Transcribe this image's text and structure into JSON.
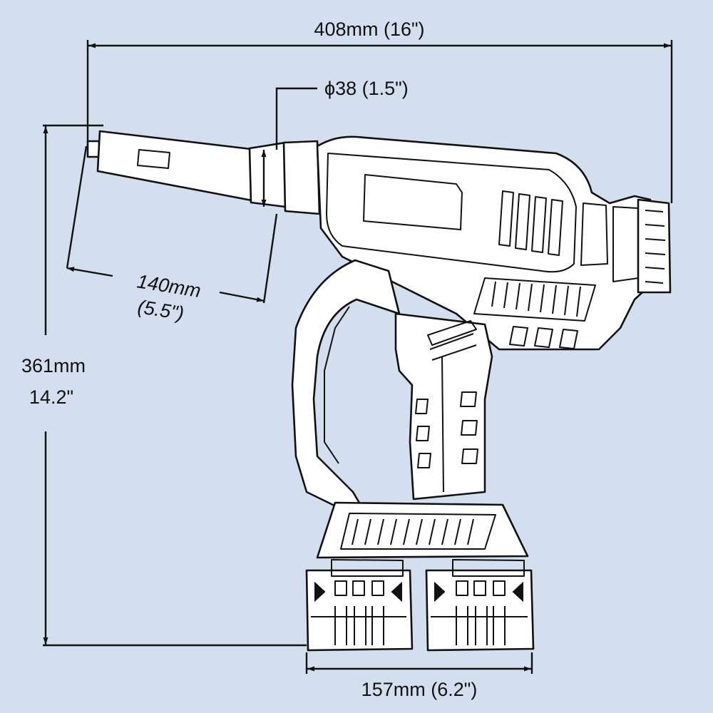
{
  "diagram": {
    "background_color": "#d3dfee",
    "line_color": "#111111",
    "dimensions": {
      "overall_length": "408mm (16\")",
      "bore_diameter": "ϕ38 (1.5\")",
      "nose_length_mm": "140mm",
      "nose_length_in": "(5.5\")",
      "height_mm": "361mm",
      "height_in": "14.2\"",
      "battery_width": "157mm (6.2\")"
    }
  }
}
